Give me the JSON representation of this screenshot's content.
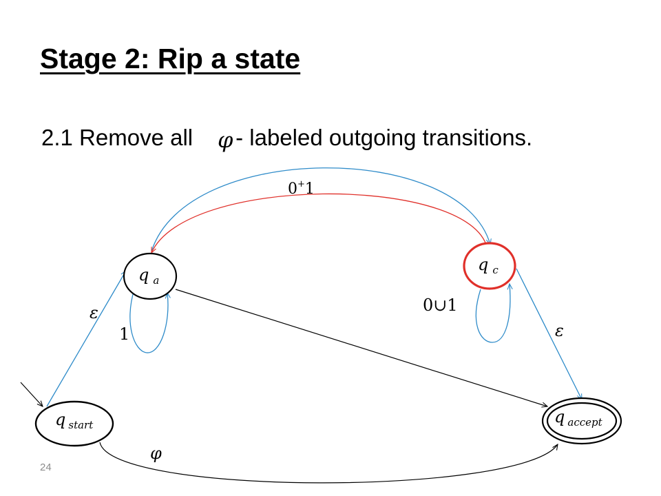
{
  "slide": {
    "title": "Stage 2: Rip a state",
    "subtitle_prefix": "2.1 Remove all",
    "subtitle_symbol": "φ",
    "subtitle_suffix": "- labeled outgoing transitions.",
    "page_number": "24"
  },
  "states": [
    {
      "id": "q_start",
      "name": "q",
      "subscript": "start",
      "initial": true,
      "accept": false
    },
    {
      "id": "q_a",
      "name": "q",
      "subscript": "a",
      "initial": false,
      "accept": false
    },
    {
      "id": "q_c",
      "name": "q",
      "subscript": "c",
      "initial": false,
      "accept": false
    },
    {
      "id": "q_accept",
      "name": "q",
      "subscript": "accept",
      "initial": false,
      "accept": true
    }
  ],
  "transitions": [
    {
      "from": "q_start",
      "to": "q_a",
      "label": "ε",
      "color": "#2e8bc9"
    },
    {
      "from": "q_a",
      "to": "q_a",
      "label": "1",
      "color": "#2e8bc9"
    },
    {
      "from": "q_a",
      "to": "q_c",
      "label": "0⁺1",
      "color": "#2e8bc9"
    },
    {
      "from": "q_c",
      "to": "q_a",
      "label": "",
      "color": "#e0302a"
    },
    {
      "from": "q_c",
      "to": "q_c",
      "label": "0∪1",
      "color": "#2e8bc9"
    },
    {
      "from": "q_c",
      "to": "q_accept",
      "label": "ε",
      "color": "#2e8bc9"
    },
    {
      "from": "q_a",
      "to": "q_accept",
      "label": "",
      "color": "#000000"
    },
    {
      "from": "q_start",
      "to": "q_accept",
      "label": "φ",
      "color": "#000000"
    }
  ],
  "colors": {
    "blue_edge": "#2e8bc9",
    "red_edge": "#e0302a",
    "highlight_state": "#e0302a",
    "black": "#000000"
  }
}
